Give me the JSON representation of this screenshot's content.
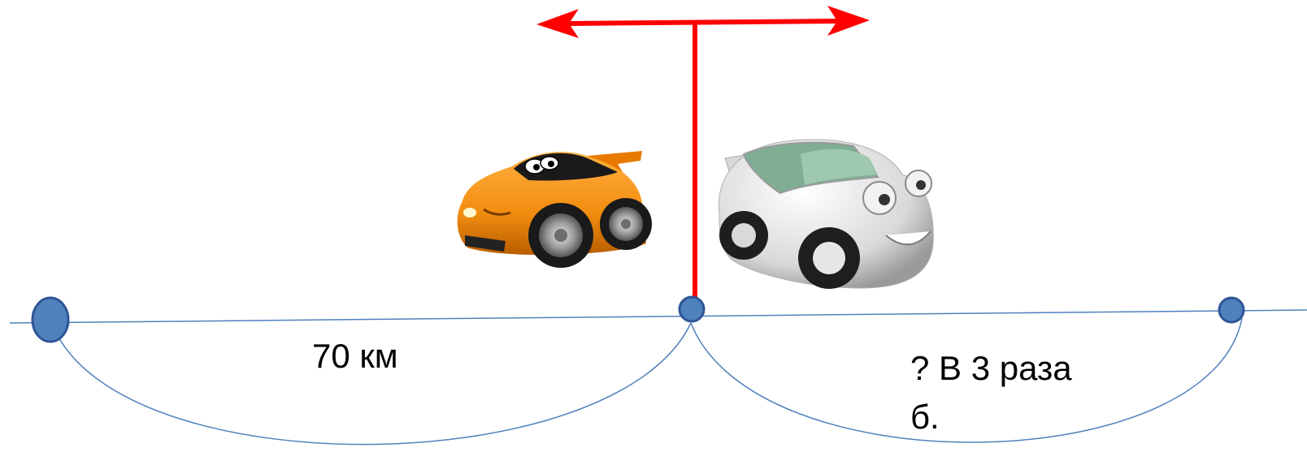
{
  "labels": {
    "left_distance": "70 км",
    "right_line1": "? В 3 раза",
    "right_line2": "б."
  },
  "icons": {
    "left_car": "orange-cartoon-car",
    "right_car": "white-cartoon-car",
    "arrow": "double-headed-arrow"
  },
  "colors": {
    "line": "#4f81bd",
    "point_fill": "#4f81bd",
    "point_stroke": "#2f5597",
    "arrow": "#ff0000",
    "left_car": "#f28c0f",
    "right_car": "#e6e6e6"
  }
}
